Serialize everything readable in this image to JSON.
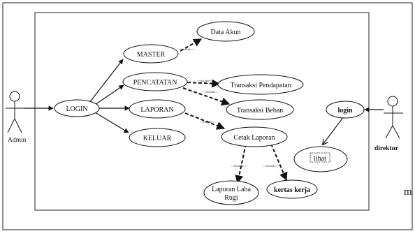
{
  "diagram": {
    "actors": {
      "admin": "Admin",
      "direktur": "direktur"
    },
    "use_cases": {
      "login": "LOGIN",
      "master": "MASTER",
      "pencatatan": "PENCATATAN",
      "laporan": "LAPORAN",
      "keluar": "KELUAR",
      "data_akun": "Data Akun",
      "transaksi_pendapatan": "Transaksi Pendapatan",
      "transaksi_beban": "Transaksi Beban",
      "cetak_laporan": "Cetak Laporan",
      "laporan_laba_rugi_line1": "Laporan Laba",
      "laporan_laba_rugi_line2": "Rugi",
      "kertas_kerja": "kertas kerja",
      "login_direktur": "login",
      "lihat": "lihat"
    },
    "stereotype": "<<include>>",
    "stray_text": "m"
  }
}
